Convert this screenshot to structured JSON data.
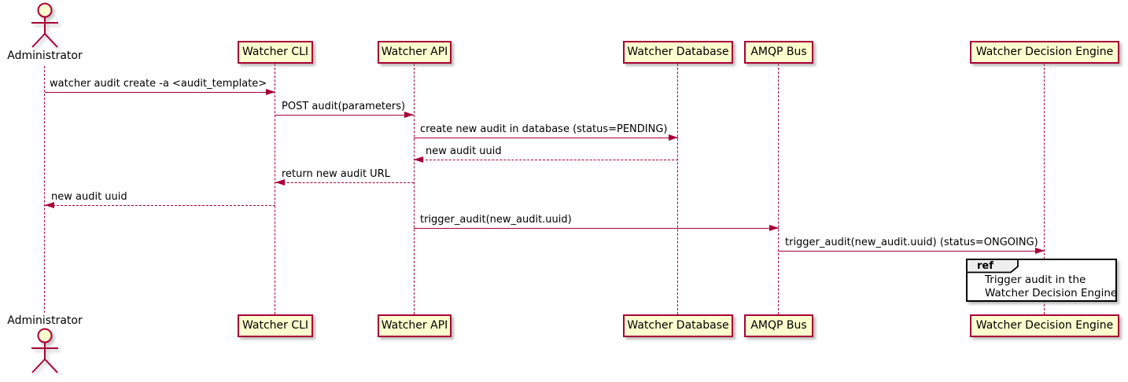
{
  "diagram": {
    "kind": "sequence-diagram",
    "style": "plantuml"
  },
  "colors": {
    "participant_fill": "#FEFECE",
    "participant_border": "#A80036",
    "line_color": "#A80036",
    "text_color": "#000000",
    "ref_border": "#000000",
    "ref_tag_fill": "#EEEEEE",
    "background": "#FFFFFF"
  },
  "actor": {
    "label": "Administrator"
  },
  "participants": [
    {
      "label": "Watcher CLI"
    },
    {
      "label": "Watcher API"
    },
    {
      "label": "Watcher Database"
    },
    {
      "label": "AMQP Bus"
    },
    {
      "label": "Watcher Decision Engine"
    }
  ],
  "messages": [
    {
      "from": "Administrator",
      "to": "Watcher CLI",
      "label": "watcher audit create -a <audit_template>",
      "line": "solid"
    },
    {
      "from": "Watcher CLI",
      "to": "Watcher API",
      "label": "POST audit(parameters)",
      "line": "solid"
    },
    {
      "from": "Watcher API",
      "to": "Watcher Database",
      "label": "create new audit in database (status=PENDING)",
      "line": "solid"
    },
    {
      "from": "Watcher Database",
      "to": "Watcher API",
      "label": "new audit uuid",
      "line": "dashed"
    },
    {
      "from": "Watcher API",
      "to": "Watcher CLI",
      "label": "return new audit URL",
      "line": "dashed"
    },
    {
      "from": "Watcher CLI",
      "to": "Administrator",
      "label": "new audit uuid",
      "line": "dashed"
    },
    {
      "from": "Watcher API",
      "to": "AMQP Bus",
      "label": "trigger_audit(new_audit.uuid)",
      "line": "solid"
    },
    {
      "from": "AMQP Bus",
      "to": "Watcher Decision Engine",
      "label": "trigger_audit(new_audit.uuid) (status=ONGOING)",
      "line": "solid"
    }
  ],
  "ref": {
    "tag": "ref",
    "lines": [
      "Trigger audit in the",
      "Watcher Decision Engine"
    ]
  }
}
